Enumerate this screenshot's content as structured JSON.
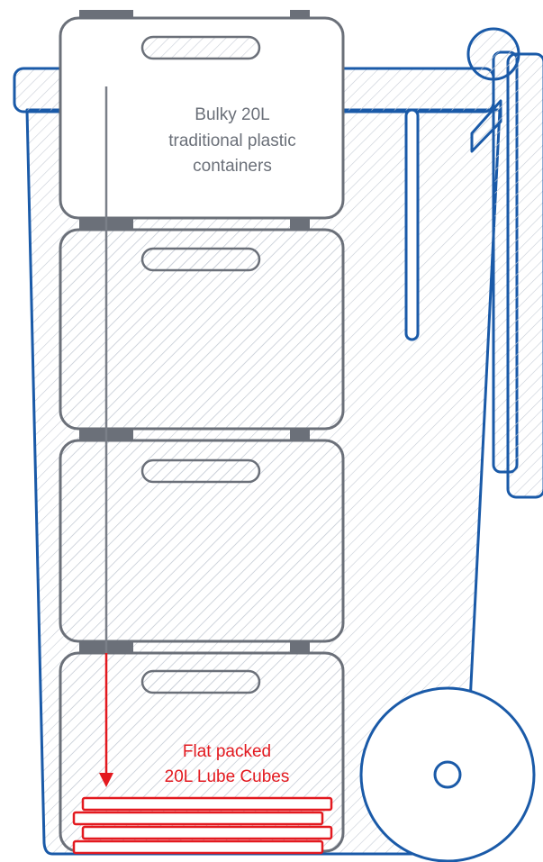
{
  "labels": {
    "bulky_line1": "Bulky 20L",
    "bulky_line2": "traditional plastic",
    "bulky_line3": "containers",
    "flat_line1": "Flat packed",
    "flat_line2": "20L Lube Cubes"
  },
  "colors": {
    "bin_outline": "#1a5aa8",
    "hatch": "#c7cdd6",
    "container_outline": "#6b7079",
    "container_dark": "#6b7079",
    "label_gray": "#6b7079",
    "arrow_gray": "#7a7f88",
    "accent_red": "#e3191f"
  }
}
